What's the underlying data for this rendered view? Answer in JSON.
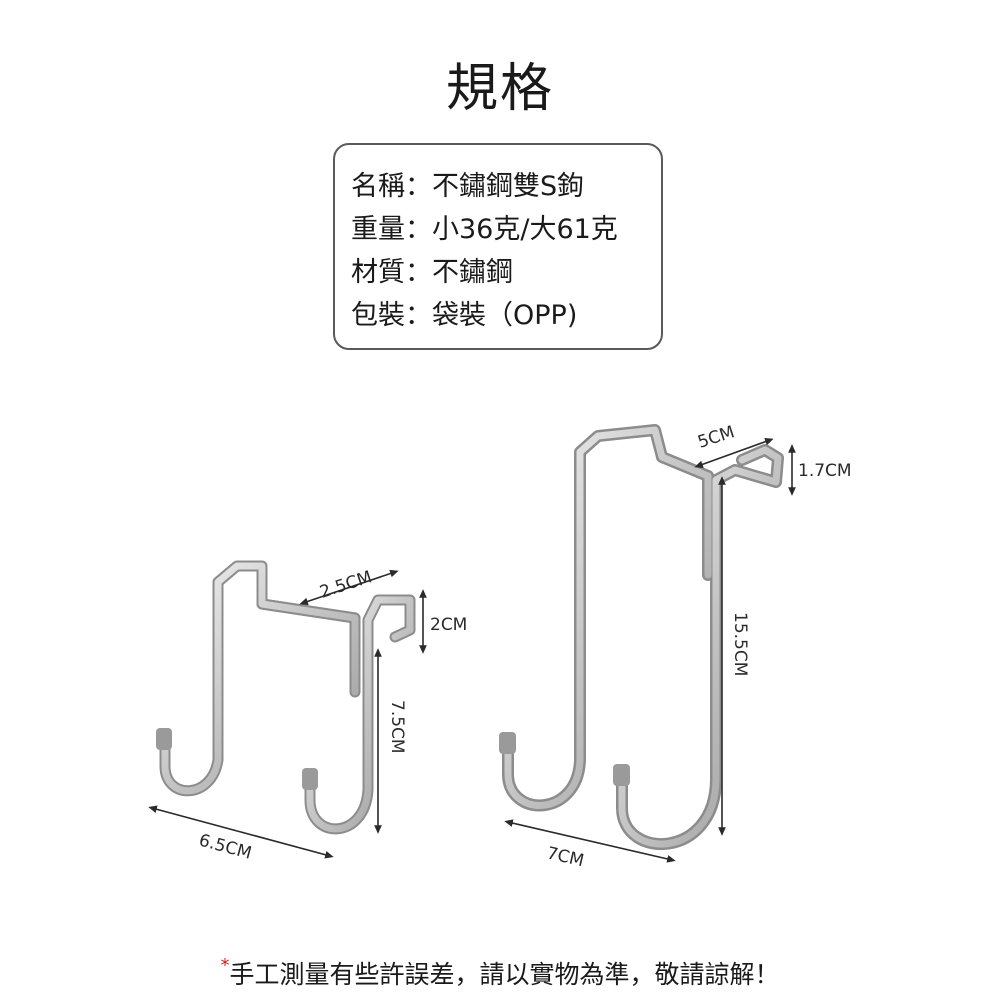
{
  "title": "規格",
  "specs": [
    {
      "label": "名稱",
      "value": "不鏽鋼雙S鉤"
    },
    {
      "label": "重量",
      "value": "小36克/大61克"
    },
    {
      "label": "材質",
      "value": "不鏽鋼"
    },
    {
      "label": "包裝",
      "value": "袋裝（OPP)"
    }
  ],
  "separator": "：",
  "small_hook": {
    "top_width": "2.5CM",
    "gap": "2CM",
    "length": "7.5CM",
    "span": "6.5CM"
  },
  "large_hook": {
    "top_width": "5CM",
    "gap": "1.7CM",
    "length": "15.5CM",
    "span": "7CM"
  },
  "note": {
    "mark": "*",
    "text": "手工測量有些許誤差，請以實物為準，敬請諒解！"
  },
  "colors": {
    "steel_light": "#e6e6e6",
    "steel_mid": "#b4b4b4",
    "steel_dark": "#7a7a7a",
    "dimension_line": "#2a2a2a",
    "note_mark": "#d81e1e"
  }
}
